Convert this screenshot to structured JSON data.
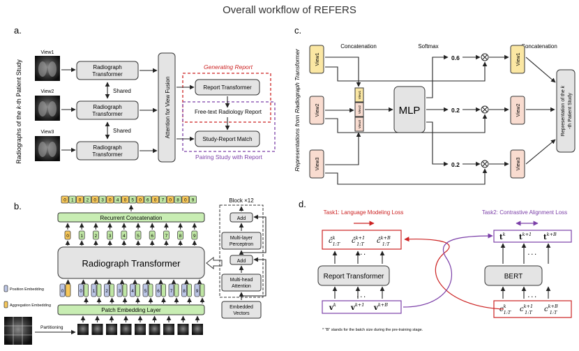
{
  "title": "Overall workflow of REFERS",
  "panel_labels": [
    "a.",
    "b.",
    "c.",
    "d."
  ],
  "panel_a": {
    "side_label_pre": "Radiographs of the ",
    "side_label_k": "k",
    "side_label_post": "-th Patient Study",
    "views": [
      "View1",
      "View2",
      "View3"
    ],
    "transformer_line1": "Radiograph",
    "transformer_line2": "Transformer",
    "shared": "Shared",
    "attention": "Attention for View Fusion",
    "generating": "Generating Report",
    "report_transformer": "Report Transformer",
    "free_text": "Free-text Radiology Report",
    "match": "Study-Report Match",
    "pairing": "Pairing Study with Report"
  },
  "panel_b": {
    "top_tokens": [
      "0",
      "1",
      "0",
      "2",
      "0",
      "3",
      "0",
      "4",
      "0",
      "5",
      "0",
      "6",
      "0",
      "7",
      "0",
      "8",
      "0",
      "9"
    ],
    "recurrent": "Recurrent Concatenation",
    "out_tokens": [
      "0",
      "1",
      "2",
      "3",
      "4",
      "5",
      "6",
      "7",
      "8",
      "9"
    ],
    "radiograph_transformer": "Radiograph Transformer",
    "in_tokens": [
      "0",
      "0",
      "1",
      "2",
      "3",
      "4",
      "5",
      "6",
      "7",
      "8",
      "9"
    ],
    "position_embedding": "Position Embedding",
    "aggregation_embedding": "Aggregation Embedding",
    "patch_embedding": "Patch Embedding Layer",
    "partitioning": "Partitioning",
    "block": "Block ×12",
    "add": "Add",
    "mlp_line1": "Multi-layer",
    "mlp_line2": "Perceptron",
    "mha_line1": "Multi-head",
    "mha_line2": "Attention",
    "embedded_line1": "Embedded",
    "embedded_line2": "Vectors"
  },
  "panel_c": {
    "side_label": "Representations from Radiograph Transformer",
    "concatenation": "Concatenation",
    "softmax": "Softmax",
    "concatenation_right": "Concatenation",
    "views": [
      "View1",
      "View2",
      "View3"
    ],
    "stack_views": [
      "View1",
      "View2",
      "View3"
    ],
    "mlp": "MLP",
    "weights": [
      "0.6",
      "0.2",
      "0.2"
    ],
    "otimes": "⊗",
    "rep_pre": "Representation of the ",
    "rep_k": "k",
    "rep_post": "-th Patient Study"
  },
  "panel_d": {
    "task1": "Task1: Language Modeling Loss",
    "task2": "Task2: Contrastive Alignment Loss",
    "report_transformer": "Report Transformer",
    "bert": "BERT",
    "dots": "· · ·",
    "footnote": "* \"B\" stands for the batch size during the pre-training stage."
  },
  "colors": {
    "red": "#cc2222",
    "purple": "#7b3fa8",
    "green_box": "#c8edb3",
    "gray_box": "#e4e4e4"
  }
}
